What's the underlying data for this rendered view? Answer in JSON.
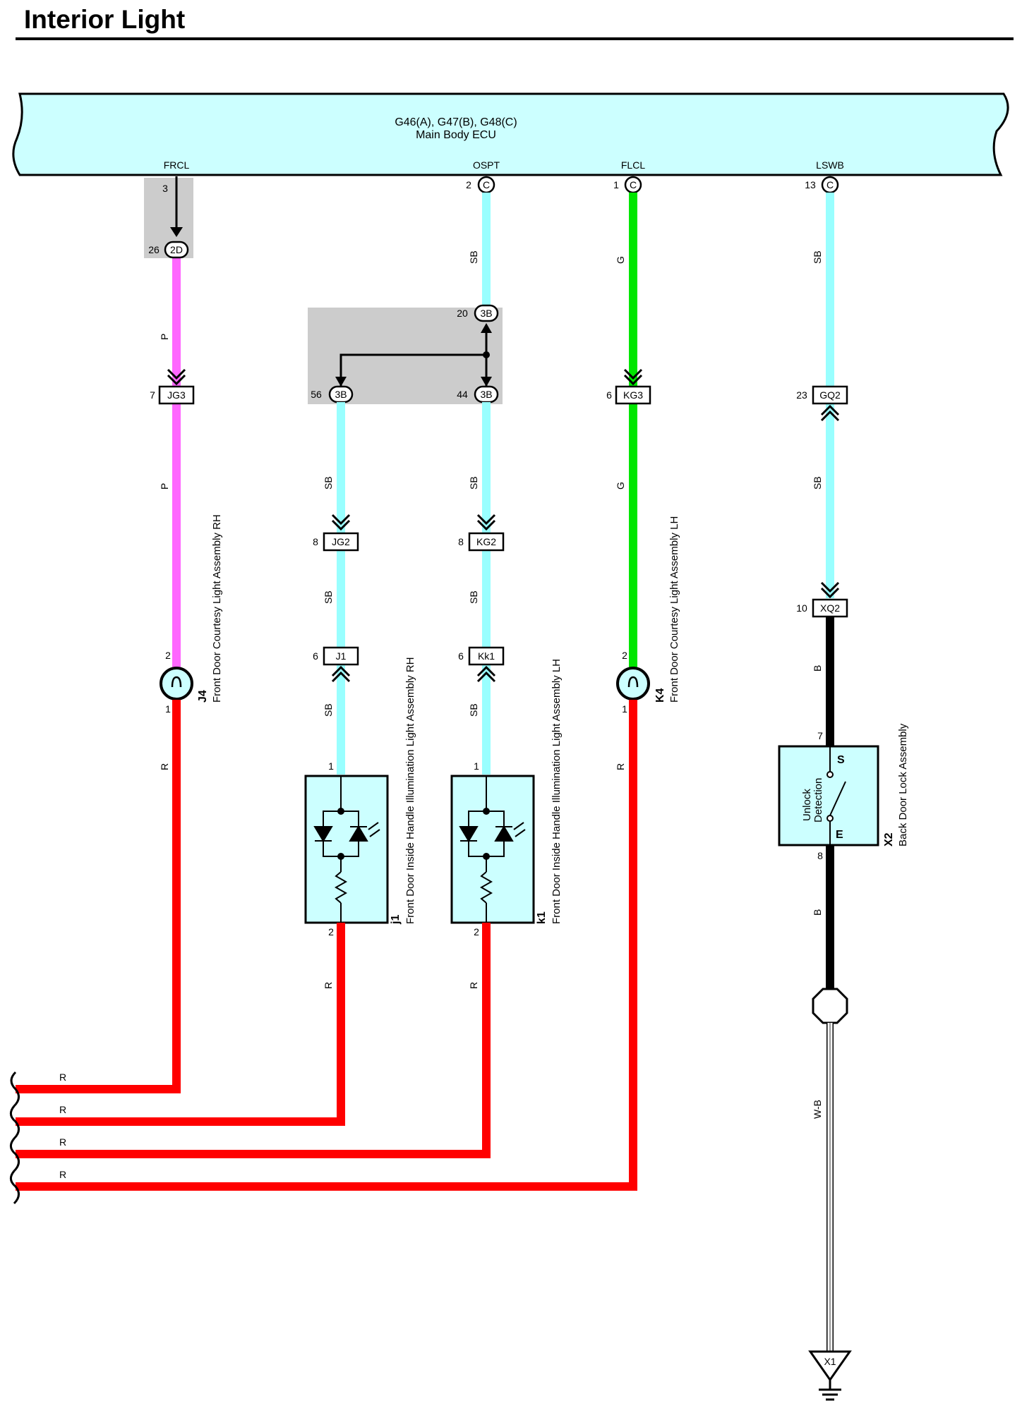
{
  "title": "Interior Light",
  "ecu": {
    "refs": "G46(A), G47(B), G48(C)",
    "name": "Main Body ECU",
    "terminals": [
      {
        "name": "FRCL",
        "pin": "3",
        "connector": ""
      },
      {
        "name": "OSPT",
        "pin": "2",
        "connector": "C"
      },
      {
        "name": "FLCL",
        "pin": "1",
        "connector": "C"
      },
      {
        "name": "LSWB",
        "pin": "13",
        "connector": "C"
      }
    ]
  },
  "junctions": {
    "j2d": {
      "pin": "26",
      "code": "2D"
    },
    "j3b_top": {
      "pin": "20",
      "code": "3B"
    },
    "j3b_left": {
      "pin": "56",
      "code": "3B"
    },
    "j3b_right": {
      "pin": "44",
      "code": "3B"
    }
  },
  "connectors": [
    {
      "id": "JG3",
      "pin": "7"
    },
    {
      "id": "KG3",
      "pin": "6"
    },
    {
      "id": "GQ2",
      "pin": "23"
    },
    {
      "id": "JG2",
      "pin": "8"
    },
    {
      "id": "KG2",
      "pin": "8"
    },
    {
      "id": "J1",
      "pin": "6"
    },
    {
      "id": "Kk1",
      "pin": "6"
    },
    {
      "id": "XQ2",
      "pin": "10"
    }
  ],
  "wire_colors": {
    "P": "#ff66ff",
    "SB": "#99ffff",
    "G": "#00e600",
    "R": "#ff0000",
    "B": "#000000",
    "W-B": "#cccccc"
  },
  "wire_labels": {
    "p": "P",
    "sb": "SB",
    "g": "G",
    "r": "R",
    "b": "B",
    "wb": "W-B"
  },
  "components": {
    "j4": {
      "ref": "J4",
      "name": "Front Door Courtesy Light Assembly RH",
      "pin_top": "2",
      "pin_bottom": "1"
    },
    "k4": {
      "ref": "K4",
      "name": "Front Door Courtesy Light Assembly LH",
      "pin_top": "2",
      "pin_bottom": "1"
    },
    "j1": {
      "ref": "j1",
      "name": "Front Door Inside Handle Illumination Light Assembly RH",
      "pin_top": "1",
      "pin_bottom": "2"
    },
    "k1": {
      "ref": "k1",
      "name": "Front Door Inside Handle Illumination Light Assembly LH",
      "pin_top": "1",
      "pin_bottom": "2"
    },
    "x2": {
      "ref": "X2",
      "name": "Back Door Lock Assembly",
      "pin_top": "7",
      "pin_bottom": "8",
      "switch_label_1": "Unlock",
      "switch_label_2": "Detection",
      "terminal_s": "S",
      "terminal_e": "E"
    }
  },
  "ground": {
    "id": "X1"
  }
}
